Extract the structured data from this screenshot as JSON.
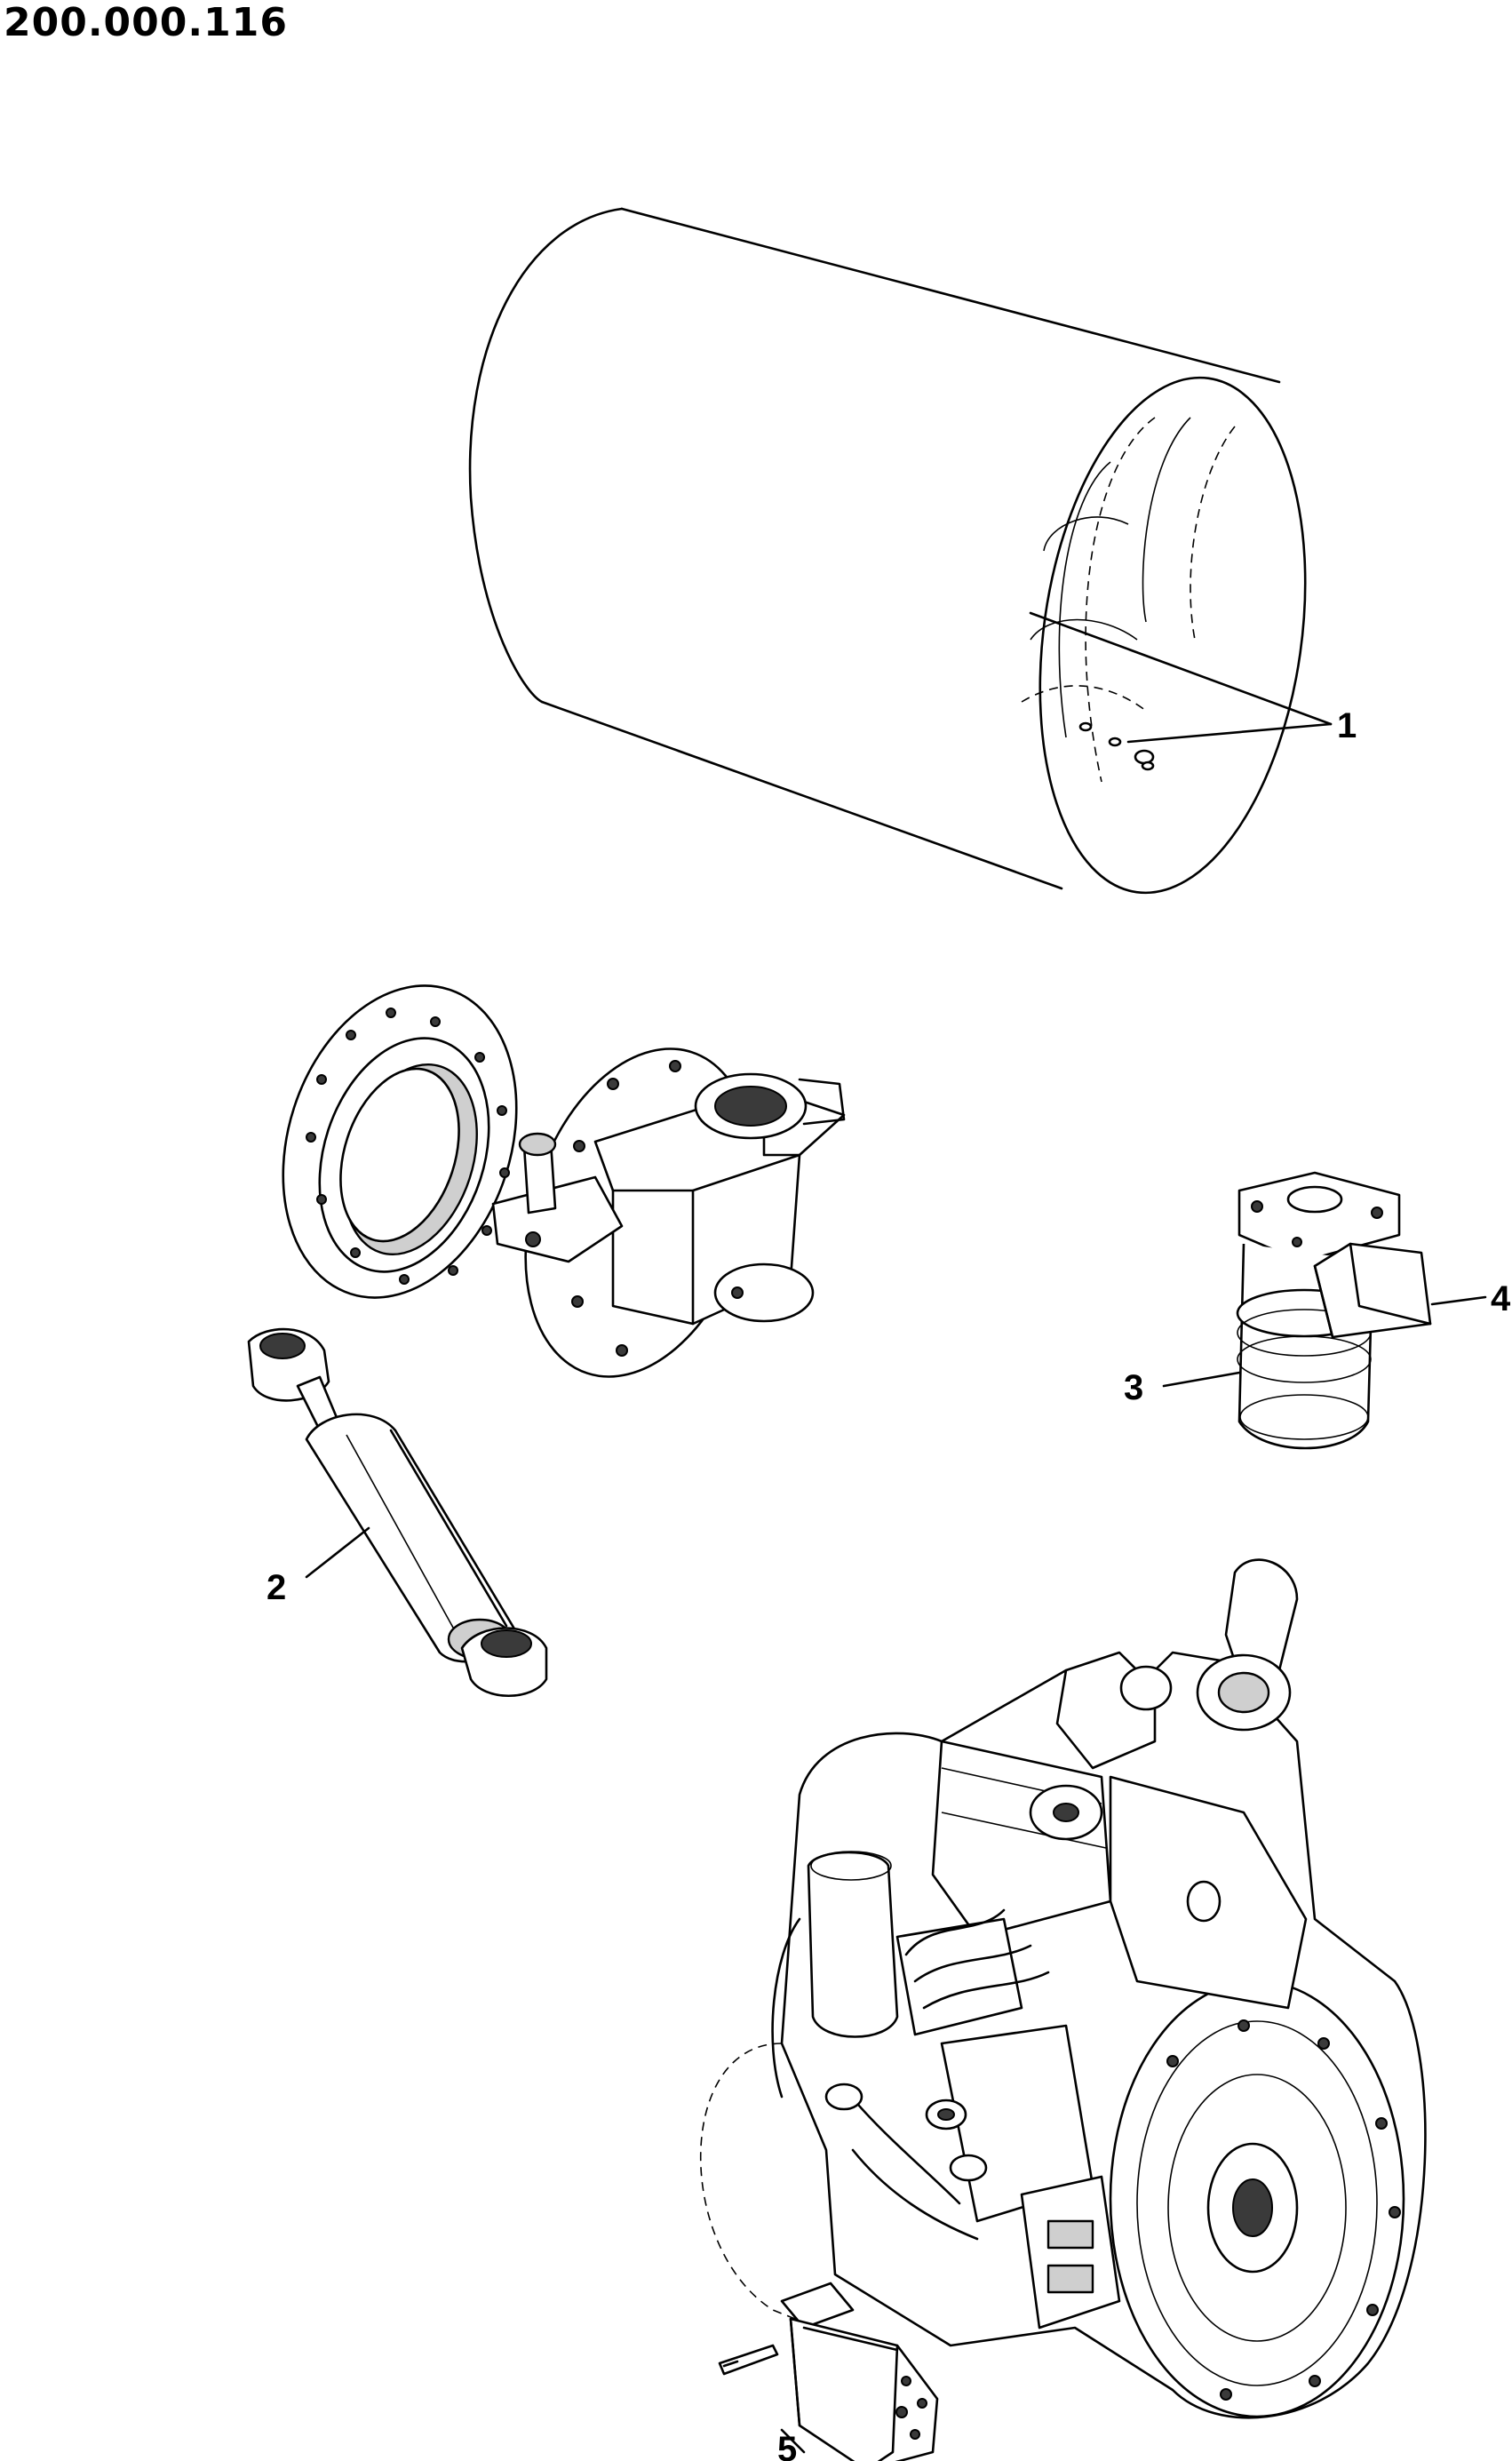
{
  "document": {
    "part_number": "200.000.116"
  },
  "callouts": [
    {
      "id": "1",
      "label": "1"
    },
    {
      "id": "2",
      "label": "2"
    },
    {
      "id": "3",
      "label": "3"
    },
    {
      "id": "4",
      "label": "4"
    },
    {
      "id": "5",
      "label": "5"
    }
  ],
  "icons": [
    "drum-illustration",
    "flange-bracket-illustration",
    "hydraulic-cylinder-illustration",
    "motor-illustration",
    "engine-illustration",
    "pump-illustration"
  ]
}
